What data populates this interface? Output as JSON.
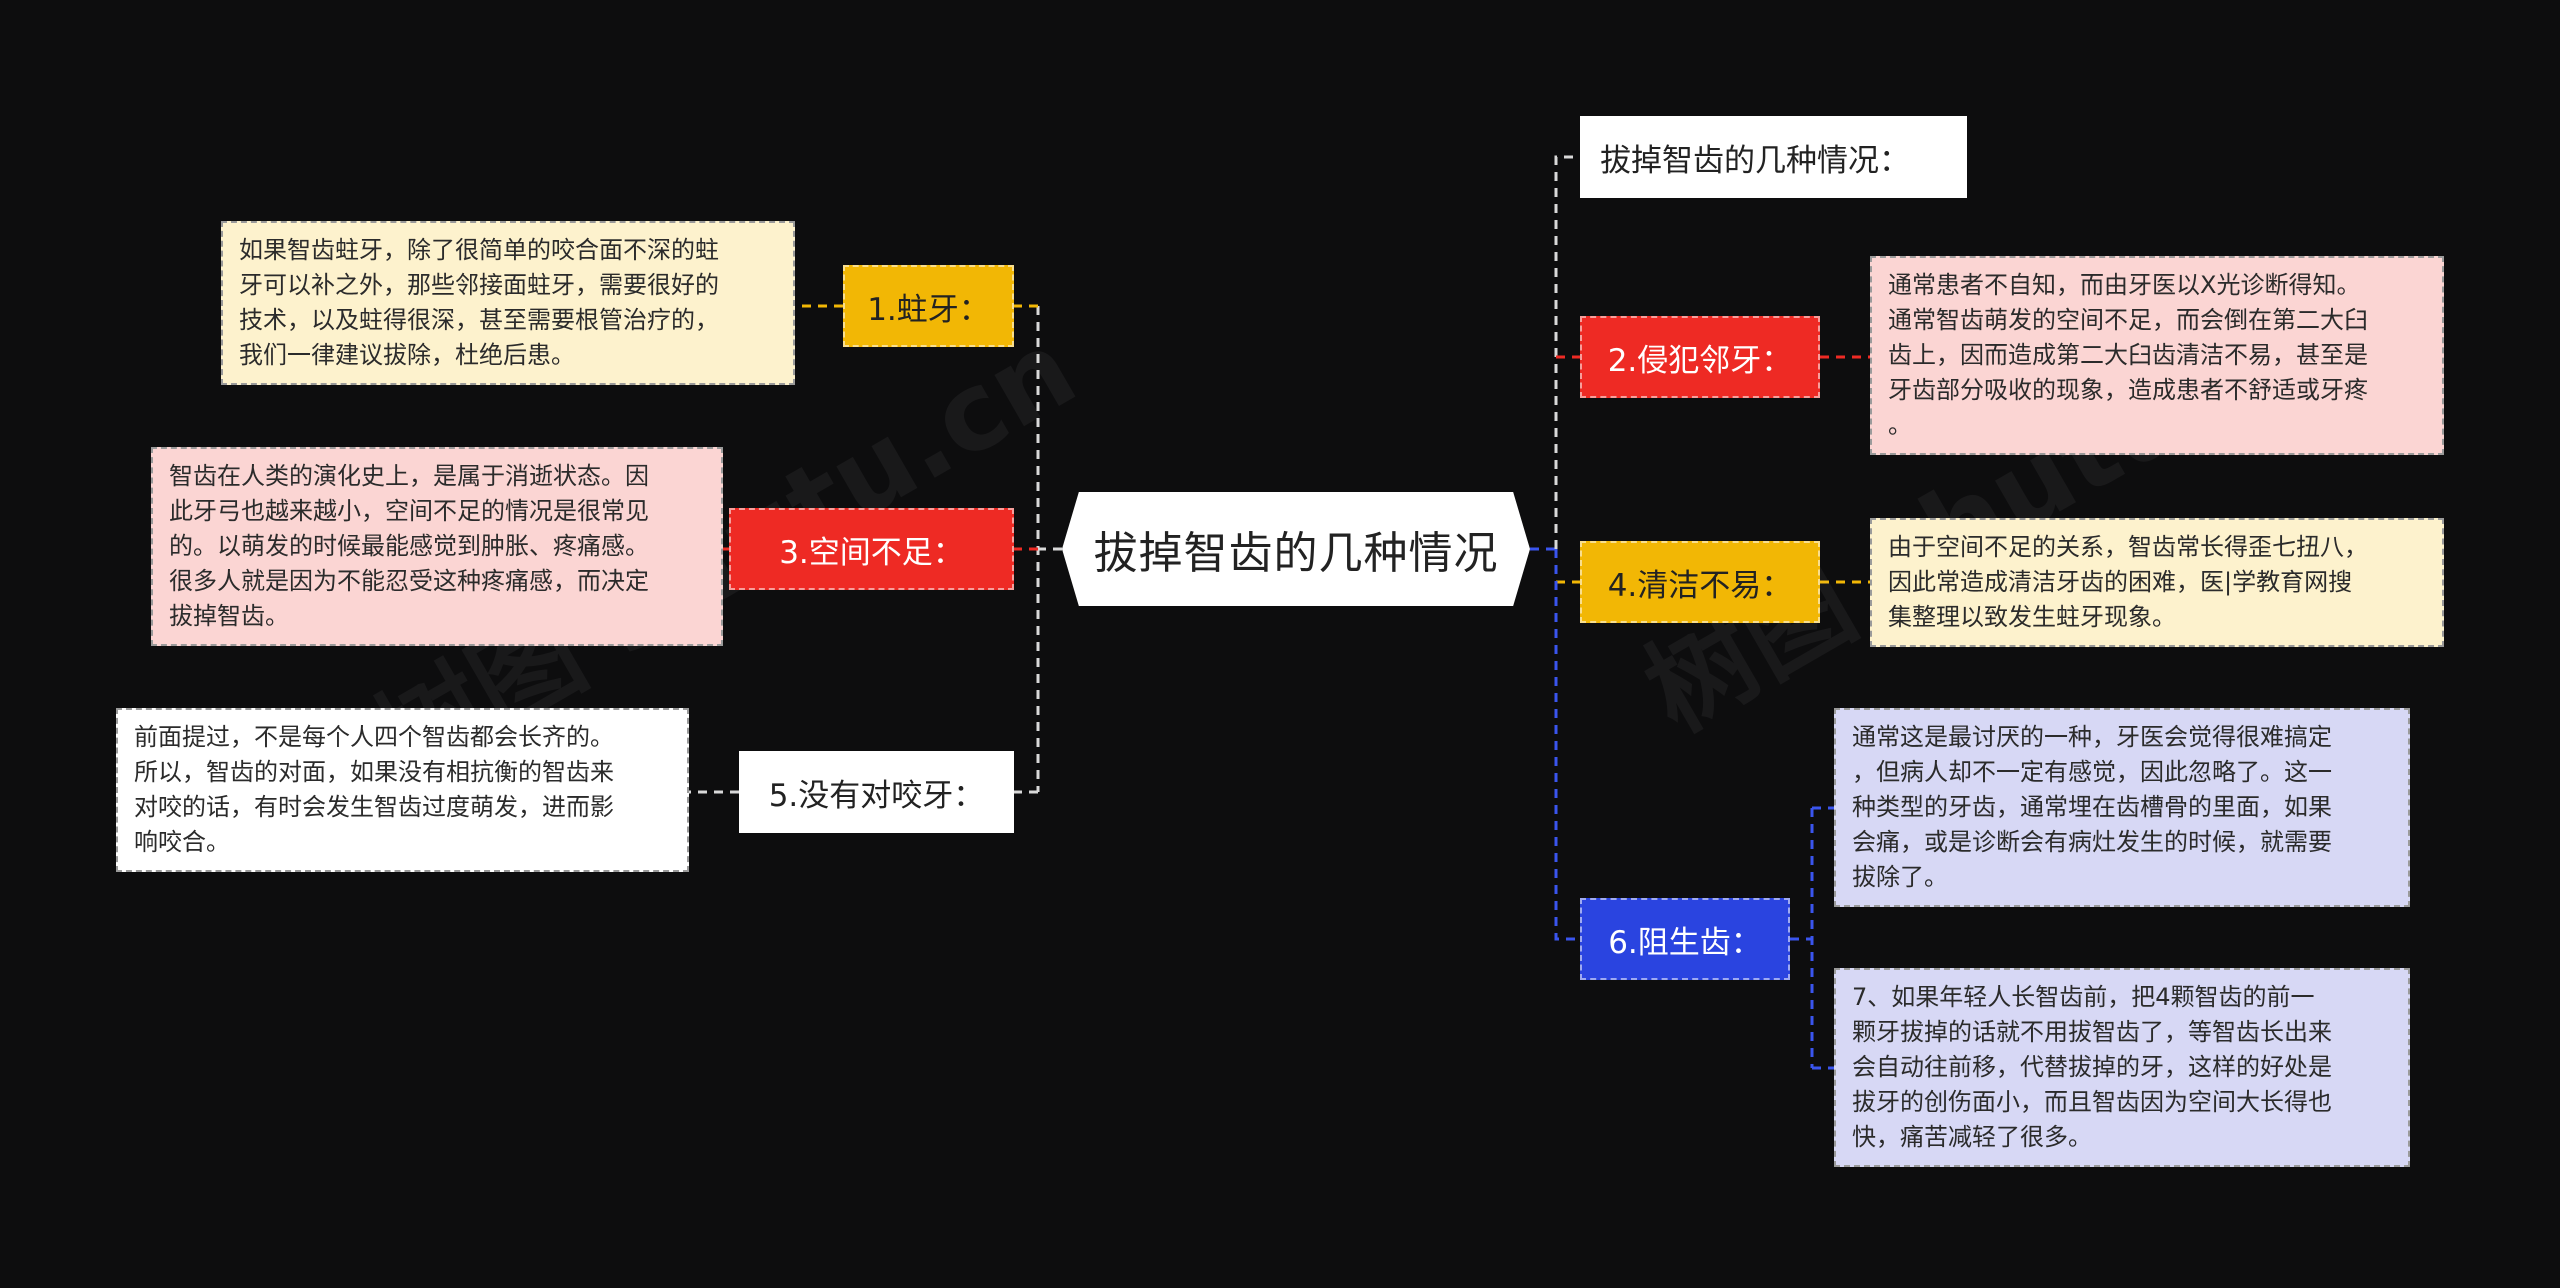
{
  "root": {
    "title": "拔掉智齿的几种情况"
  },
  "watermark": {
    "text": "树图 shutu.cn"
  },
  "colors": {
    "yellow": "#f2b705",
    "red": "#ee2a24",
    "blue": "#2a44e0",
    "white": "#ffffff",
    "leaf_yellow": "#fdf2cd",
    "leaf_pink": "#fbd5d3",
    "leaf_lavender": "#d7d8f5",
    "leaf_white": "#ffffff"
  },
  "branches": {
    "b1": {
      "label": "1.蛀牙：",
      "lines": [
        "如果智齿蛀牙，除了很简单的咬合面不深的蛀",
        "牙可以补之外，那些邻接面蛀牙，需要很好的",
        "技术，以及蛀得很深，甚至需要根管治疗的，",
        "我们一律建议拔除，杜绝后患。"
      ]
    },
    "b3": {
      "label": "3.空间不足：",
      "lines": [
        "智齿在人类的演化史上，是属于消逝状态。因",
        "此牙弓也越来越小，空间不足的情况是很常见",
        "的。以萌发的时候最能感觉到肿胀、疼痛感。",
        "很多人就是因为不能忍受这种疼痛感，而决定",
        "拔掉智齿。"
      ]
    },
    "b5": {
      "label": "5.没有对咬牙：",
      "lines": [
        "前面提过，不是每个人四个智齿都会长齐的。",
        "所以，智齿的对面，如果没有相抗衡的智齿来",
        "对咬的话，有时会发生智齿过度萌发，进而影",
        "响咬合。"
      ]
    },
    "b0": {
      "label": "拔掉智齿的几种情况："
    },
    "b2": {
      "label": "2.侵犯邻牙：",
      "lines": [
        "通常患者不自知，而由牙医以X光诊断得知。",
        "通常智齿萌发的空间不足，而会倒在第二大臼",
        "齿上，因而造成第二大臼齿清洁不易，甚至是",
        "牙齿部分吸收的现象，造成患者不舒适或牙疼",
        "。"
      ]
    },
    "b4": {
      "label": "4.清洁不易：",
      "lines": [
        "由于空间不足的关系，智齿常长得歪七扭八，",
        "因此常造成清洁牙齿的困难，医|学教育网搜",
        "集整理以致发生蛀牙现象。"
      ]
    },
    "b6": {
      "label": "6.阻生齿：",
      "lines_a": [
        "通常这是最讨厌的一种，牙医会觉得很难搞定",
        "，但病人却不一定有感觉，因此忽略了。这一",
        "种类型的牙齿，通常埋在齿槽骨的里面，如果",
        "会痛，或是诊断会有病灶发生的时候，就需要",
        "拔除了。"
      ],
      "lines_b": [
        "7、如果年轻人长智齿前，把4颗智齿的前一",
        "颗牙拔掉的话就不用拔智齿了，等智齿长出来",
        "会自动往前移，代替拔掉的牙，这样的好处是",
        "拔牙的创伤面小，而且智齿因为空间大长得也",
        "快，痛苦减轻了很多。"
      ]
    }
  }
}
